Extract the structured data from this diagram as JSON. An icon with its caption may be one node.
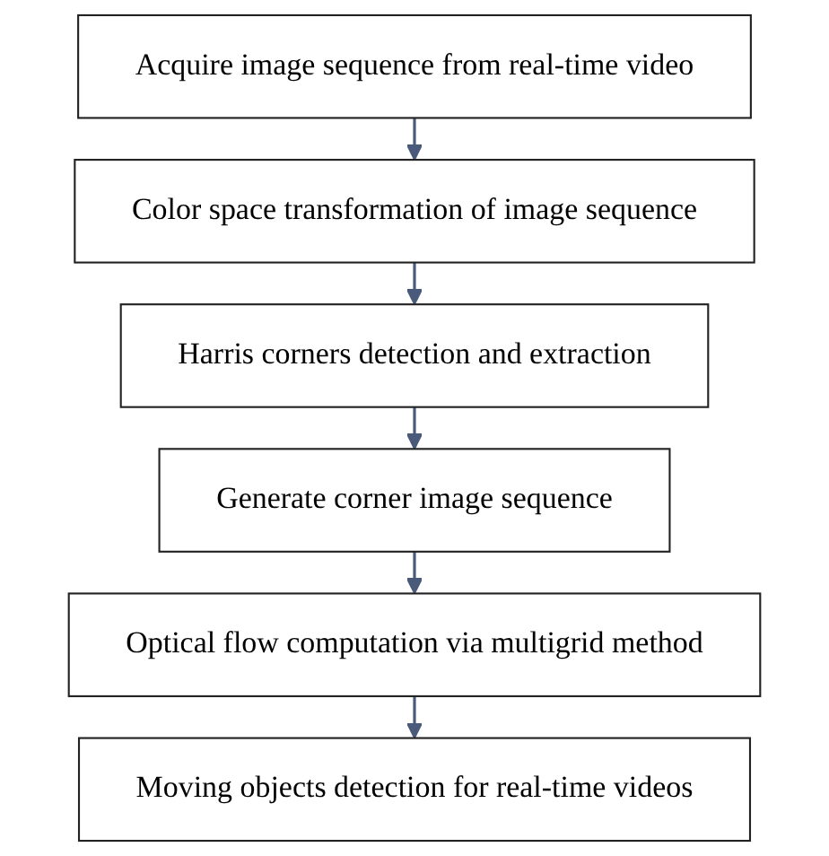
{
  "diagram": {
    "nodes": [
      {
        "text": [
          "Acquire image sequence from real-time video"
        ]
      },
      {
        "text": [
          "Color space transformation of image sequence"
        ]
      },
      {
        "text": [
          "Harris corners detection and extraction"
        ]
      },
      {
        "text": [
          "Generate corner image sequence"
        ]
      },
      {
        "text": [
          "Optical flow computation via multigrid method"
        ]
      },
      {
        "text": [
          "Moving objects detection for real-time videos"
        ]
      }
    ],
    "edges": [
      {
        "from": 0,
        "to": 1,
        "arrow": "to"
      },
      {
        "from": 1,
        "to": 2,
        "arrow": "to"
      },
      {
        "from": 2,
        "to": 3,
        "arrow": "to"
      },
      {
        "from": 3,
        "to": 4,
        "arrow": "to"
      },
      {
        "from": 4,
        "to": 5,
        "arrow": "to"
      }
    ]
  }
}
